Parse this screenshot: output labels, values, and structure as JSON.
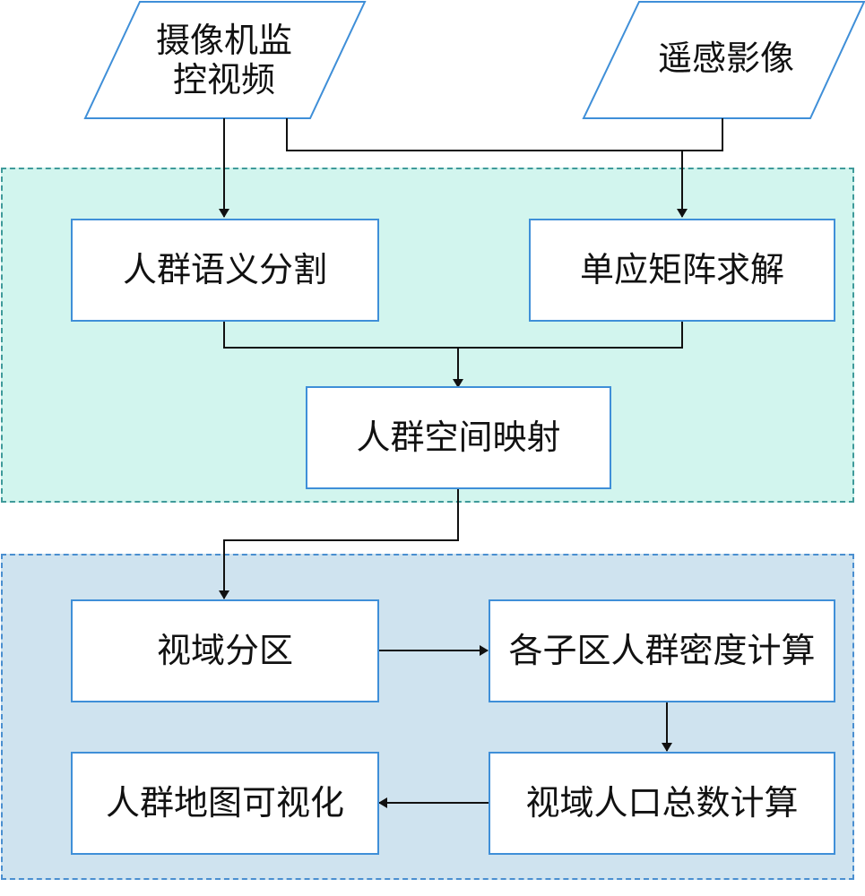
{
  "inputs": {
    "camera": "摄像机监控视频",
    "camera_line1": "摄像机监",
    "camera_line2": "控视频",
    "remote": "遥感影像"
  },
  "stage1": {
    "segmentation": "人群语义分割",
    "homography": "单应矩阵求解",
    "mapping": "人群空间映射"
  },
  "stage2": {
    "partition": "视域分区",
    "density": "各子区人群密度计算",
    "total": "视域人口总数计算",
    "visualize": "人群地图可视化"
  },
  "colors": {
    "box_border": "#3f8fd8",
    "region1_fill": "#d2f5ee",
    "region2_fill": "#cfe3ef",
    "arrow": "#111111"
  }
}
